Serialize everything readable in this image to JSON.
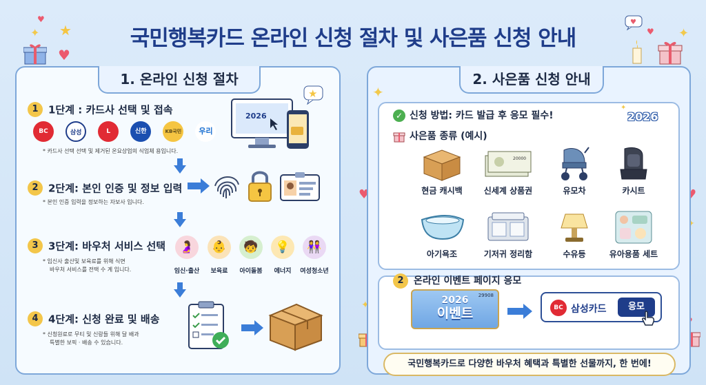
{
  "title": "국민행복카드 온라인 신청 절차 및 사은품 신청 안내",
  "left": {
    "header": "1. 온라인 신청 절차",
    "steps": [
      {
        "num": "1",
        "title": "1단계 : 카드사 선택 및 접속",
        "note": "* 카드사 선택 선택 및 제거된 온요상업의 식업체 용입니다."
      },
      {
        "num": "2",
        "title": "2단계: 본인 인증 및 정보 입력",
        "note": "* 본인 인증 입력을 정보하는 자보사 입니다."
      },
      {
        "num": "3",
        "title": "3단계: 바우처 서비스 선택",
        "note1": "* 임신사 출산및 보육료를 위해 식면",
        "note2": "바우처 서비스를 전택 수 계 입니다."
      },
      {
        "num": "4",
        "title": "4단계: 신청 완료 및 배송",
        "note1": "* 신청원료로 무티 및 신랑들 위해 달 배과",
        "note2": "특별한 보픽 · 배송 수 있습니다."
      }
    ],
    "banks": [
      "BC",
      "삼성",
      "L",
      "신한",
      "KB국민",
      "우리"
    ],
    "monitor_text": "2026",
    "vouchers": [
      "임신·출산",
      "보육료",
      "아이돌봄",
      "에너지",
      "여성청소년"
    ]
  },
  "right": {
    "header": "2. 사은품 신청 안내",
    "badge": "2026",
    "method": "신청 방법: 카드 발급 후 응모 필수!",
    "types_title": "사은품 종류 (예시)",
    "gifts": [
      "현금 캐시백",
      "신세계 상품권",
      "유모차",
      "카시트",
      "아기욕조",
      "기저귀 정리함",
      "수유등",
      "유아용품 세트"
    ],
    "event_num": "2",
    "event_title": "온라인 이벤트 페이지 응모",
    "banner_tag": "29908",
    "banner_year": "2026",
    "banner_text": "이벤트",
    "apply_logo": "BC",
    "apply_brand": "삼성카드",
    "apply_button": "응모",
    "voucher_bill": "20000",
    "footer": "국민행복카드로 다양한 바우처 혜택과 특별한 선물까지, 한 번에!"
  }
}
